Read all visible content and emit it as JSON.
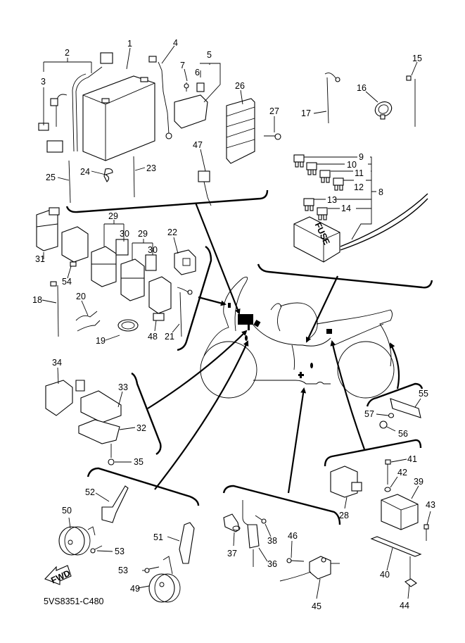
{
  "diagram": {
    "title": "Electrical parts exploded view",
    "drawing_code": "5VS8351-C480",
    "fwd_label": "FWD",
    "fuse_box_label": "FUSE",
    "callouts": {
      "c1": "1",
      "c2": "2",
      "c3": "3",
      "c4": "4",
      "c5": "5",
      "c6": "6",
      "c7": "7",
      "c8": "8",
      "c9": "9",
      "c10": "10",
      "c11": "11",
      "c12": "12",
      "c13": "13",
      "c14": "14",
      "c15": "15",
      "c16": "16",
      "c17": "17",
      "c18": "18",
      "c19": "19",
      "c20": "20",
      "c21": "21",
      "c22": "22",
      "c23": "23",
      "c24": "24",
      "c25": "25",
      "c26": "26",
      "c27": "27",
      "c28": "28",
      "c29a": "29",
      "c29b": "29",
      "c30a": "30",
      "c30b": "30",
      "c31": "31",
      "c32": "32",
      "c33": "33",
      "c34": "34",
      "c35": "35",
      "c36": "36",
      "c37": "37",
      "c38": "38",
      "c39": "39",
      "c40": "40",
      "c41": "41",
      "c42": "42",
      "c43": "43",
      "c44": "44",
      "c45": "45",
      "c46": "46",
      "c47": "47",
      "c48": "48",
      "c49": "49",
      "c50": "50",
      "c51": "51",
      "c52": "52",
      "c53a": "53",
      "c53b": "53",
      "c54": "54",
      "c55": "55",
      "c56": "56",
      "c57": "57"
    }
  }
}
